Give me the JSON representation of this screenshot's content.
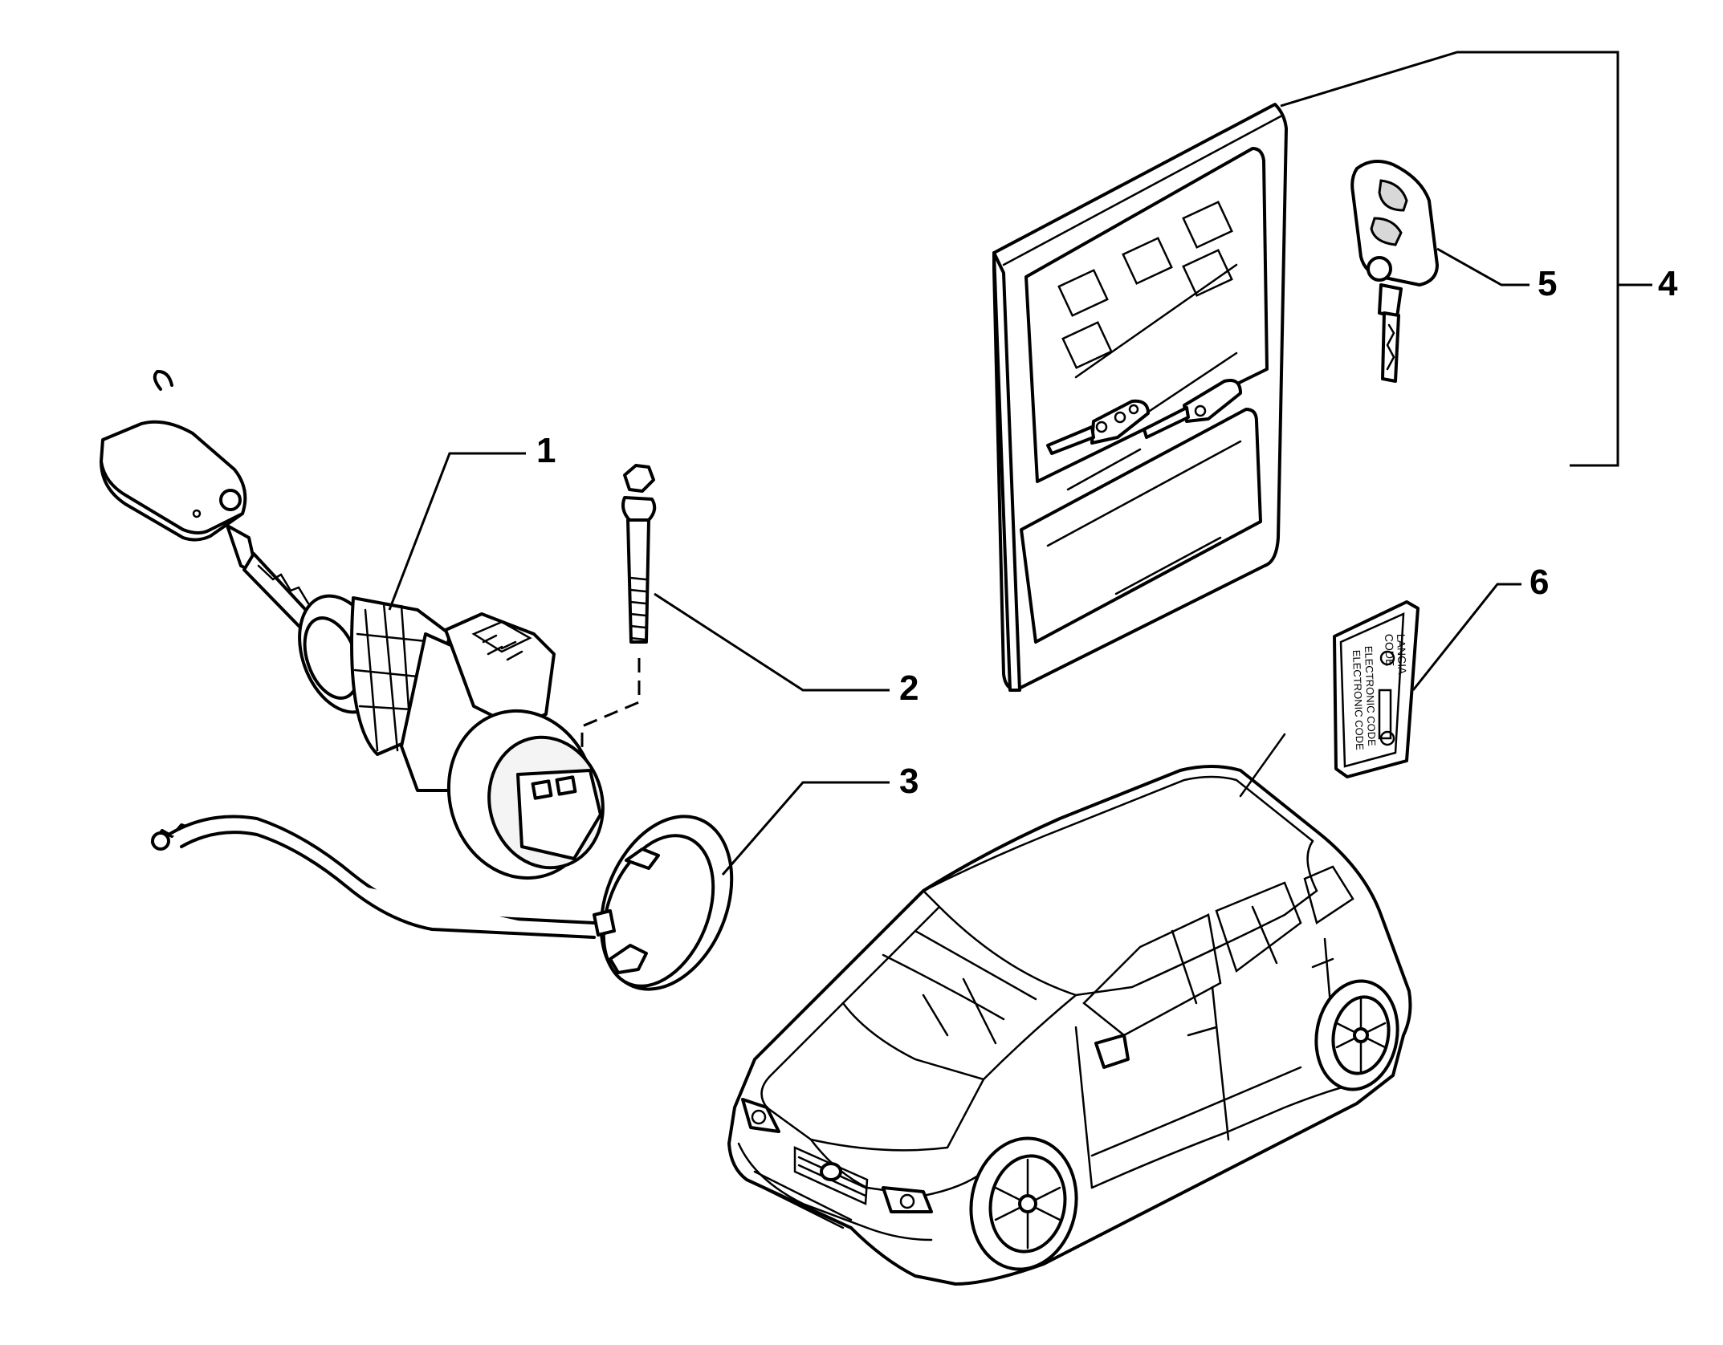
{
  "callouts": {
    "c1": "1",
    "c2": "2",
    "c3": "3",
    "c4": "4",
    "c5": "5",
    "c6": "6"
  },
  "card_text": {
    "brand": "LANCIA",
    "line1": "CODE",
    "line2": "ELECTRONIC CODE",
    "line3": "ELECTRONIC CODE"
  },
  "colors": {
    "line": "#000000",
    "background": "#ffffff"
  }
}
